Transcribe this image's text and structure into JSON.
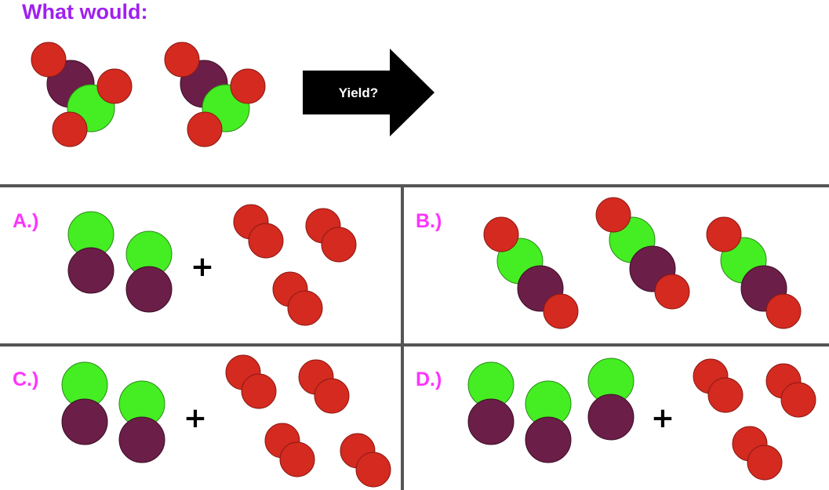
{
  "question": {
    "title": "What would:",
    "arrow_label": "Yield?"
  },
  "options": [
    {
      "label": "A.)",
      "plus": "+"
    },
    {
      "label": "B.)"
    },
    {
      "label": "C.)",
      "plus": "+"
    },
    {
      "label": "D.)",
      "plus": "+"
    }
  ],
  "colors": {
    "title": "#a020f0",
    "option_label": "#ff33ff",
    "red_atom": "#d42a20",
    "green_atom": "#44ee22",
    "purple_atom": "#6b1e47",
    "divider": "#555555",
    "arrow": "#000000"
  }
}
